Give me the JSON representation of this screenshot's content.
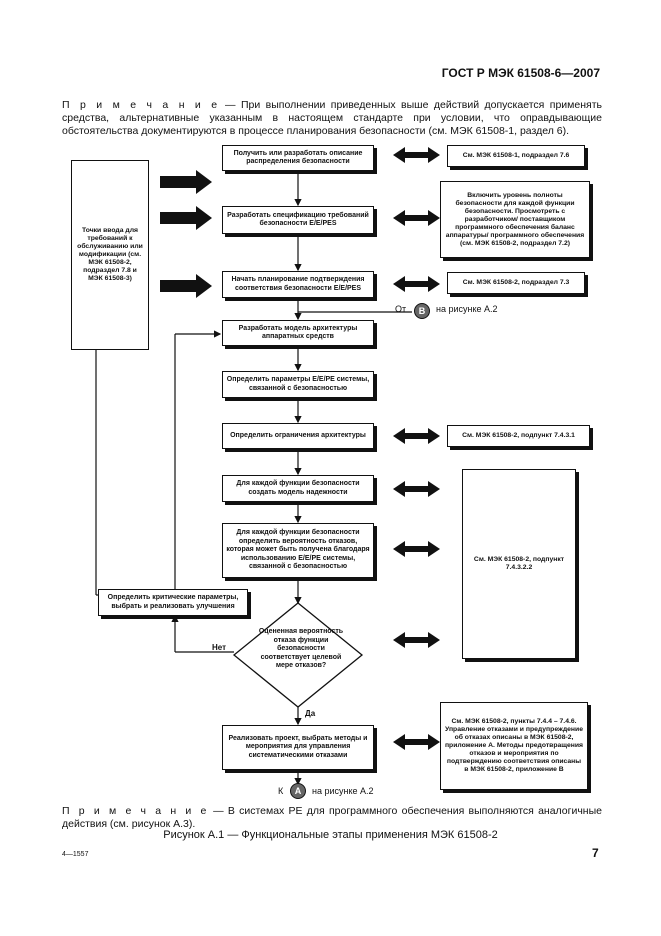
{
  "header": "ГОСТ Р МЭК 61508-6—2007",
  "note1": {
    "label": "П р и м е ч а н и е",
    "text": " — При выполнении приведенных выше действий допускается применять средства, альтернативные указанным в настоящем стандарте при условии, что оправдывающие обстоятельства документируются в процессе планирования безопасности (см. МЭК 61508-1, раздел 6)."
  },
  "left_box": "Точки ввода для требований к обслуживанию или модификации (см. МЭК 61508-2, подраздел 7.8 и МЭК 61508-3)",
  "steps": [
    "Получить или разработать описание распределения безопасности",
    "Разработать спецификацию требований безопасности Е/Е/РЕS",
    "Начать планирование подтверждения соответствия безопасности Е/Е/РЕS",
    "Разработать модель архитектуры аппаратных средств",
    "Определить параметры Е/Е/РЕ системы, связанной с безопасностью",
    "Определить ограничения архитектуры",
    "Для каждой функции безопасности создать модель надежности",
    "Для каждой функции безопасности определить вероятность отказов, которая может быть получена благодаря использованию Е/Е/РЕ системы, связанной с безопасностью",
    "Реализовать проект, выбрать методы и мероприятия для управления систематическими отказами"
  ],
  "improve_box": "Определить критические параметры, выбрать и реализовать улучшения",
  "decision": "Оцененная вероятность отказа функции безопасности соответствует целевой мере отказов?",
  "no_label": "Нет",
  "yes_label": "Да",
  "refs": [
    "См. МЭК 61508-1, подраздел 7.6",
    "Включить уровень полноты безопасности для каждой функции безопасности. Просмотреть с разработчиком/ поставщиком программного обеспечения баланс аппаратуры/ программного обеспечения (см. МЭК 61508-2, подраздел 7.2)",
    "См. МЭК 61508-2, подраздел 7.3",
    "См. МЭК 61508-2, подпункт 7.4.3.1",
    "См. МЭК 61508-2, подпункт 7.4.3.2.2",
    "См. МЭК 61508-2, пункты 7.4.4 – 7.4.6. Управление отказами и предупреждение об отказах описаны в МЭК 61508-2, приложение А. Методы предотвращения отказов и мероприятия по подтверждению соответствия описаны в МЭК 61508-2, приложение В"
  ],
  "from_b": {
    "prefix": "От",
    "letter": "B",
    "suffix": "на рисунке А.2"
  },
  "to_a": {
    "prefix": "К",
    "letter": "А",
    "suffix": "на рисунке А.2"
  },
  "note2": {
    "label": "П р и м е ч а н и е",
    "text": " — В системах РЕ для программного обеспечения выполняются аналогичные действия (см. рисунок А.3)."
  },
  "caption": "Рисунок А.1 — Функциональные этапы применения МЭК 61508-2",
  "footer_left": "4—1557",
  "page_number": "7"
}
